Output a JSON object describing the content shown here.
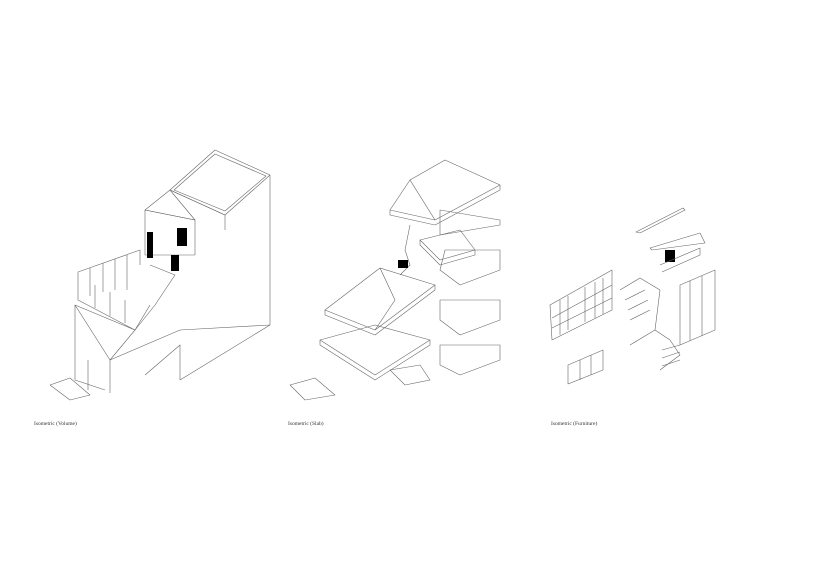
{
  "sheet": {
    "background": "#ffffff",
    "line_color": "#666666",
    "panels": [
      {
        "id": "volume",
        "caption": "Isometric (Volume)"
      },
      {
        "id": "slab",
        "caption": "Isometric (Slab)"
      },
      {
        "id": "furniture",
        "caption": "Isometric (Furniture)"
      }
    ]
  }
}
